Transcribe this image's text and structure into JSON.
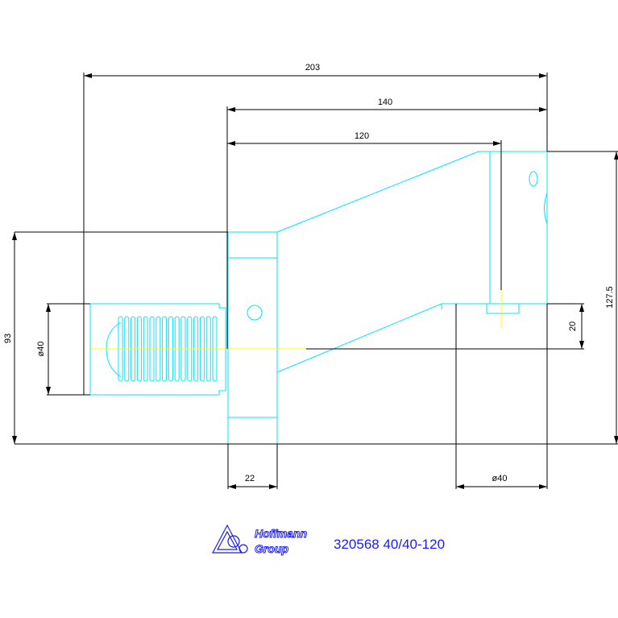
{
  "dimensions": {
    "overall_length": "203",
    "body_length": "140",
    "projection": "120",
    "height_total": "93",
    "shank_diameter": "ø40",
    "height_right": "127.5",
    "offset": "20",
    "flange_width": "22",
    "bore_diameter": "ø40"
  },
  "logo": {
    "line1": "Hoffmann",
    "line2": "Group"
  },
  "caption": "320568 40/40-120",
  "colors": {
    "outline": "#00e5ff",
    "dimension": "#000000",
    "centerline": "#ffff00",
    "logo": "#1a1aff"
  }
}
